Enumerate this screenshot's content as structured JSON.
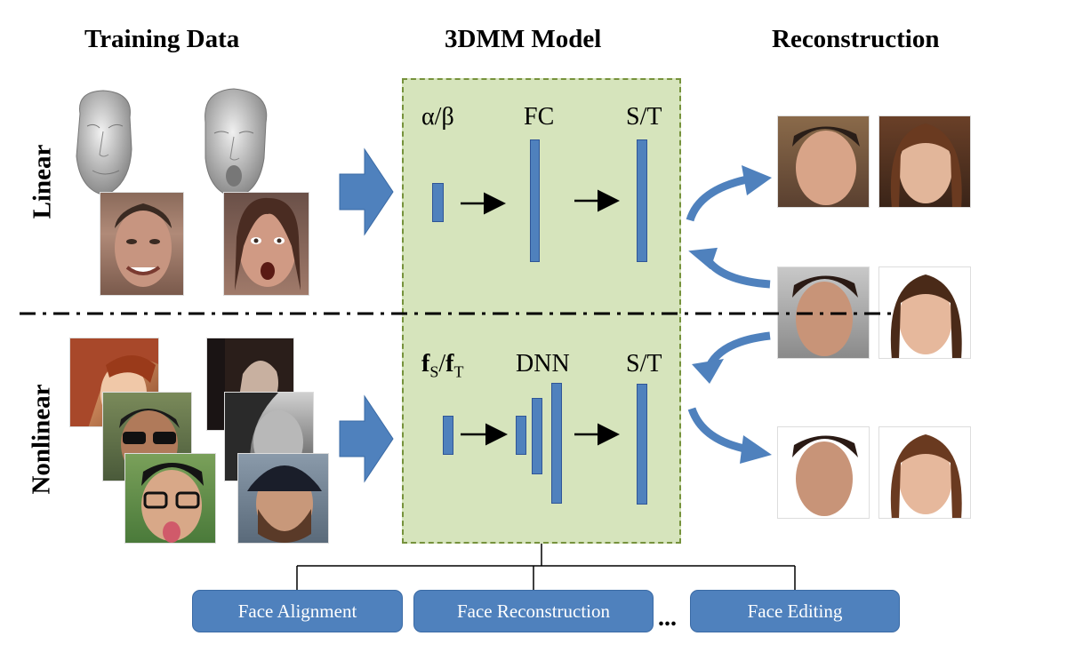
{
  "headers": {
    "training": "Training Data",
    "model": "3DMM Model",
    "reconstruction": "Reconstruction"
  },
  "rows": {
    "linear": "Linear",
    "nonlinear": "Nonlinear"
  },
  "linear_model": {
    "input": "α/β",
    "middle": "FC",
    "output": "S/T"
  },
  "nonlinear_model": {
    "input_f1": "f",
    "input_sub1": "S",
    "input_sep": "/",
    "input_f2": "f",
    "input_sub2": "T",
    "middle": "DNN",
    "output": "S/T"
  },
  "tasks": [
    "Face Alignment",
    "Face Reconstruction",
    "Face Editing"
  ],
  "ellipsis": "...",
  "colors": {
    "model_bg": "#d6e4bc",
    "model_border": "#76923c",
    "vector": "#4f81bd",
    "arrow_blue": "#4f81bd",
    "task_bg": "#4f81bd"
  }
}
